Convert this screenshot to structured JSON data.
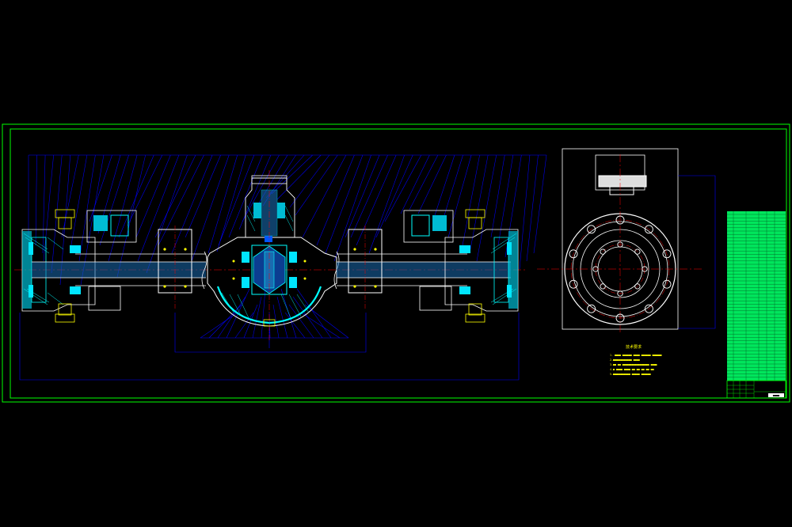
{
  "drawing": {
    "kind": "cad-assembly",
    "background_color": "#000000",
    "frame_color": "#00ff00",
    "section_color": "#00ffff",
    "leader_color": "#0000ff",
    "centerline_color": "#ff0000",
    "bolt_color": "#ffff00"
  },
  "notes": {
    "title": "技术要求",
    "lines": [
      "1. ■■■■ ■■■■■■ ■■■■ ■■■■■■ ■■■■■■",
      "2.■■■■■■■■■■■■ ■■■■",
      "3.■■ ■■ ■■■■■■■■■■■■■■■■■ ■■■■",
      "4.■ ■■■■ ■■■■ ■■ ■■ ■■ ■■ ■■",
      "5.■■■■■■■■■■■ ■■■■■ ■■■■■■"
    ]
  },
  "title_block": {
    "drawing_no": "■■■■"
  },
  "icons": {
    "flange_view": "end-flange-icon",
    "parts_list": "parts-table-icon"
  }
}
